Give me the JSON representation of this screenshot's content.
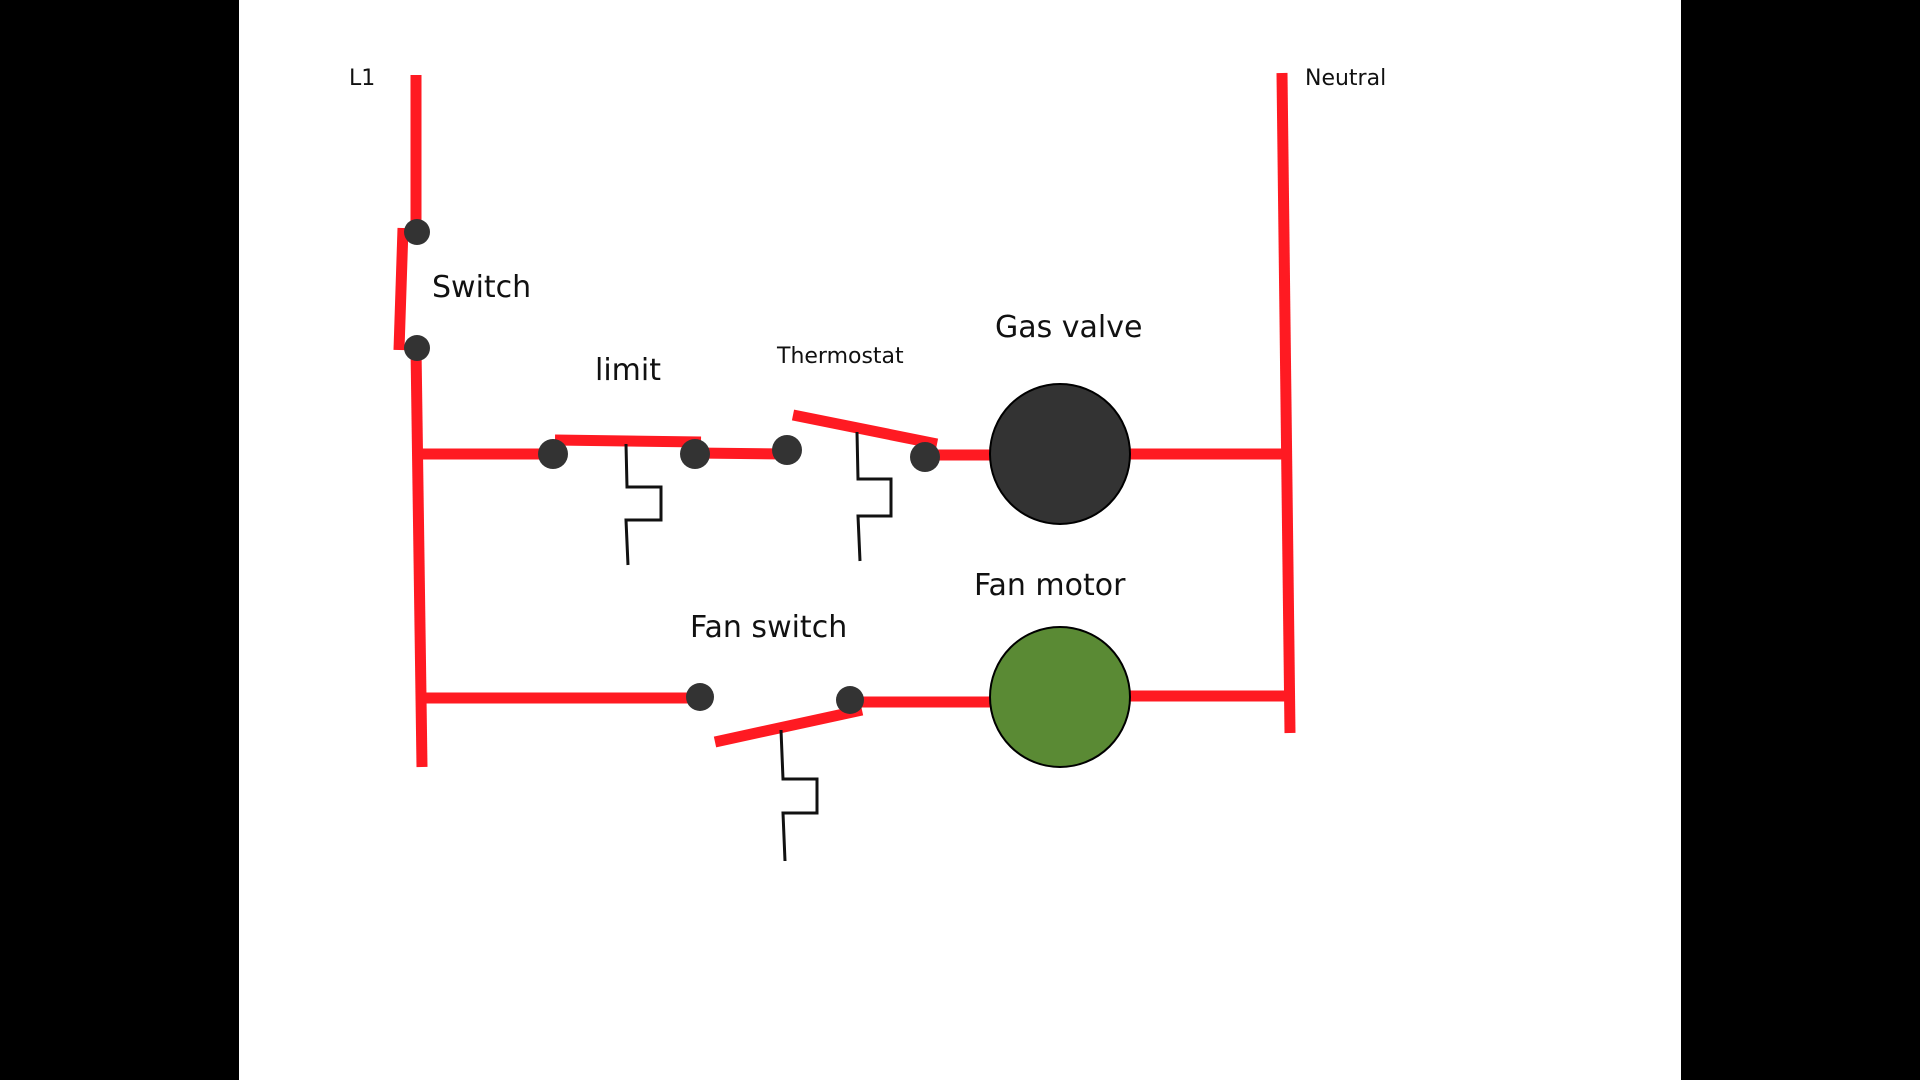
{
  "labels": {
    "l1": "L1",
    "neutral": "Neutral",
    "switch": "Switch",
    "limit": "limit",
    "thermostat": "Thermostat",
    "gas_valve": "Gas valve",
    "fan_motor": "Fan motor",
    "fan_switch": "Fan switch"
  },
  "colors": {
    "wire": "#ff1a22",
    "terminal": "#333333",
    "gas_valve": "#333333",
    "fan_motor": "#5a8a34",
    "actuator": "#111111",
    "background": "#000000",
    "slide": "#ffffff"
  },
  "icons": {
    "terminal": "terminal-dot",
    "thermal_actuator": "zigzag-actuator"
  }
}
